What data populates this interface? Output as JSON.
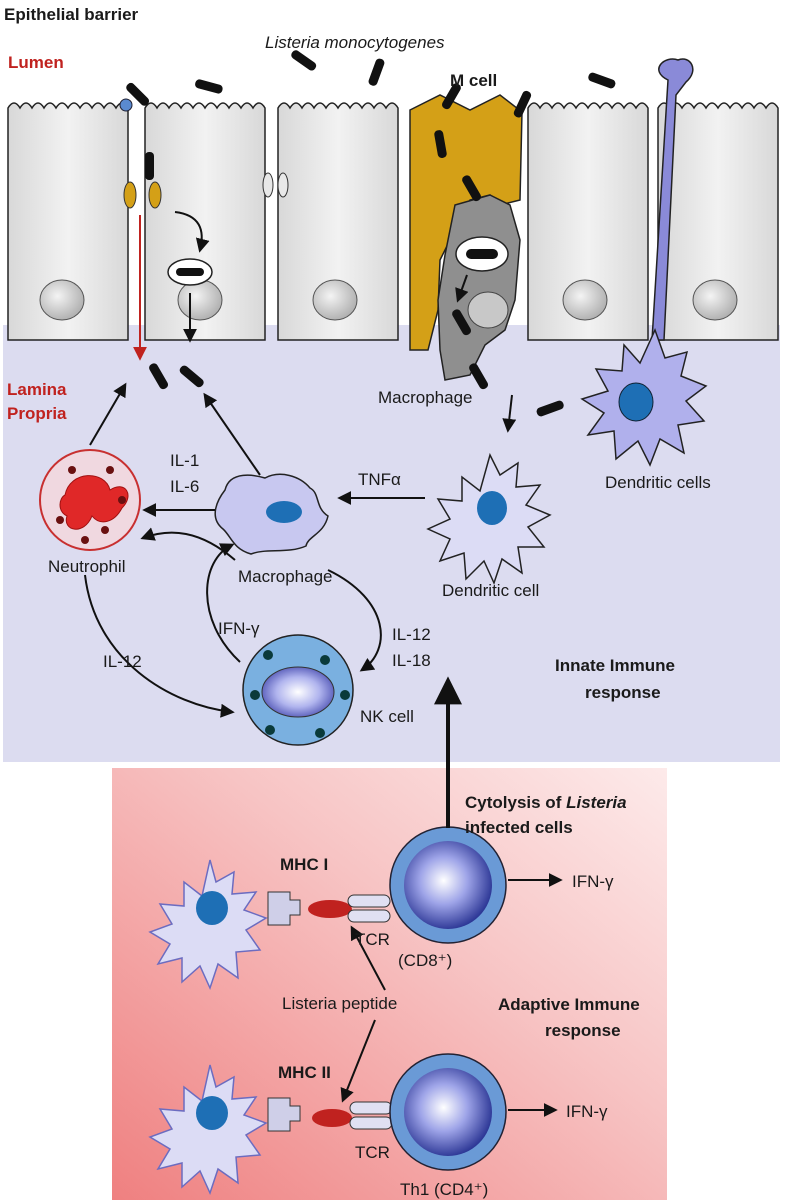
{
  "labels": {
    "epithelial_barrier": "Epithelial barrier",
    "lumen": "Lumen",
    "listeria": "Listeria monocytogenes",
    "m_cell": "M cell",
    "lamina_propria_1": "Lamina",
    "lamina_propria_2": "Propria",
    "macrophage_top": "Macrophage",
    "dendritic_cells": "Dendritic cells",
    "il1": "IL-1",
    "il6": "IL-6",
    "tnfa": "TNFα",
    "neutrophil": "Neutrophil",
    "macrophage_mid": "Macrophage",
    "dendritic_cell": "Dendritic cell",
    "ifng_left": "IFN-γ",
    "il12_left": "IL-12",
    "il12_right": "IL-12",
    "il18": "IL-18",
    "nk_cell": "NK cell",
    "innate_1": "Innate Immune",
    "innate_2": "response",
    "cytolysis_1": "Cytolysis of ",
    "cytolysis_italic": "Listeria",
    "cytolysis_2": "infected cells",
    "mhc1": "MHC I",
    "mhc2": "MHC II",
    "ifng_cd8": "IFN-γ",
    "ifng_cd4": "IFN-γ",
    "tcr1": "TCR",
    "tcr2": "TCR",
    "cd8": "(CD8⁺)",
    "listeria_peptide": "Listeria peptide",
    "adaptive_1": "Adaptive Immune",
    "adaptive_2": "response",
    "th1": "Th1 (CD4⁺)"
  },
  "colors": {
    "lamina_bg": "#dcdcf0",
    "adaptive_bg_dark": "#f08c8c",
    "adaptive_bg_light": "#fde6e6",
    "epithelial_cell": "#e9e9e9",
    "m_cell": "#d4a017",
    "dendritic": "#dcdcf5",
    "nucleus_blue": "#1e6fb5",
    "neutrophil_red": "#e03030",
    "label_red": "#c0221f"
  }
}
